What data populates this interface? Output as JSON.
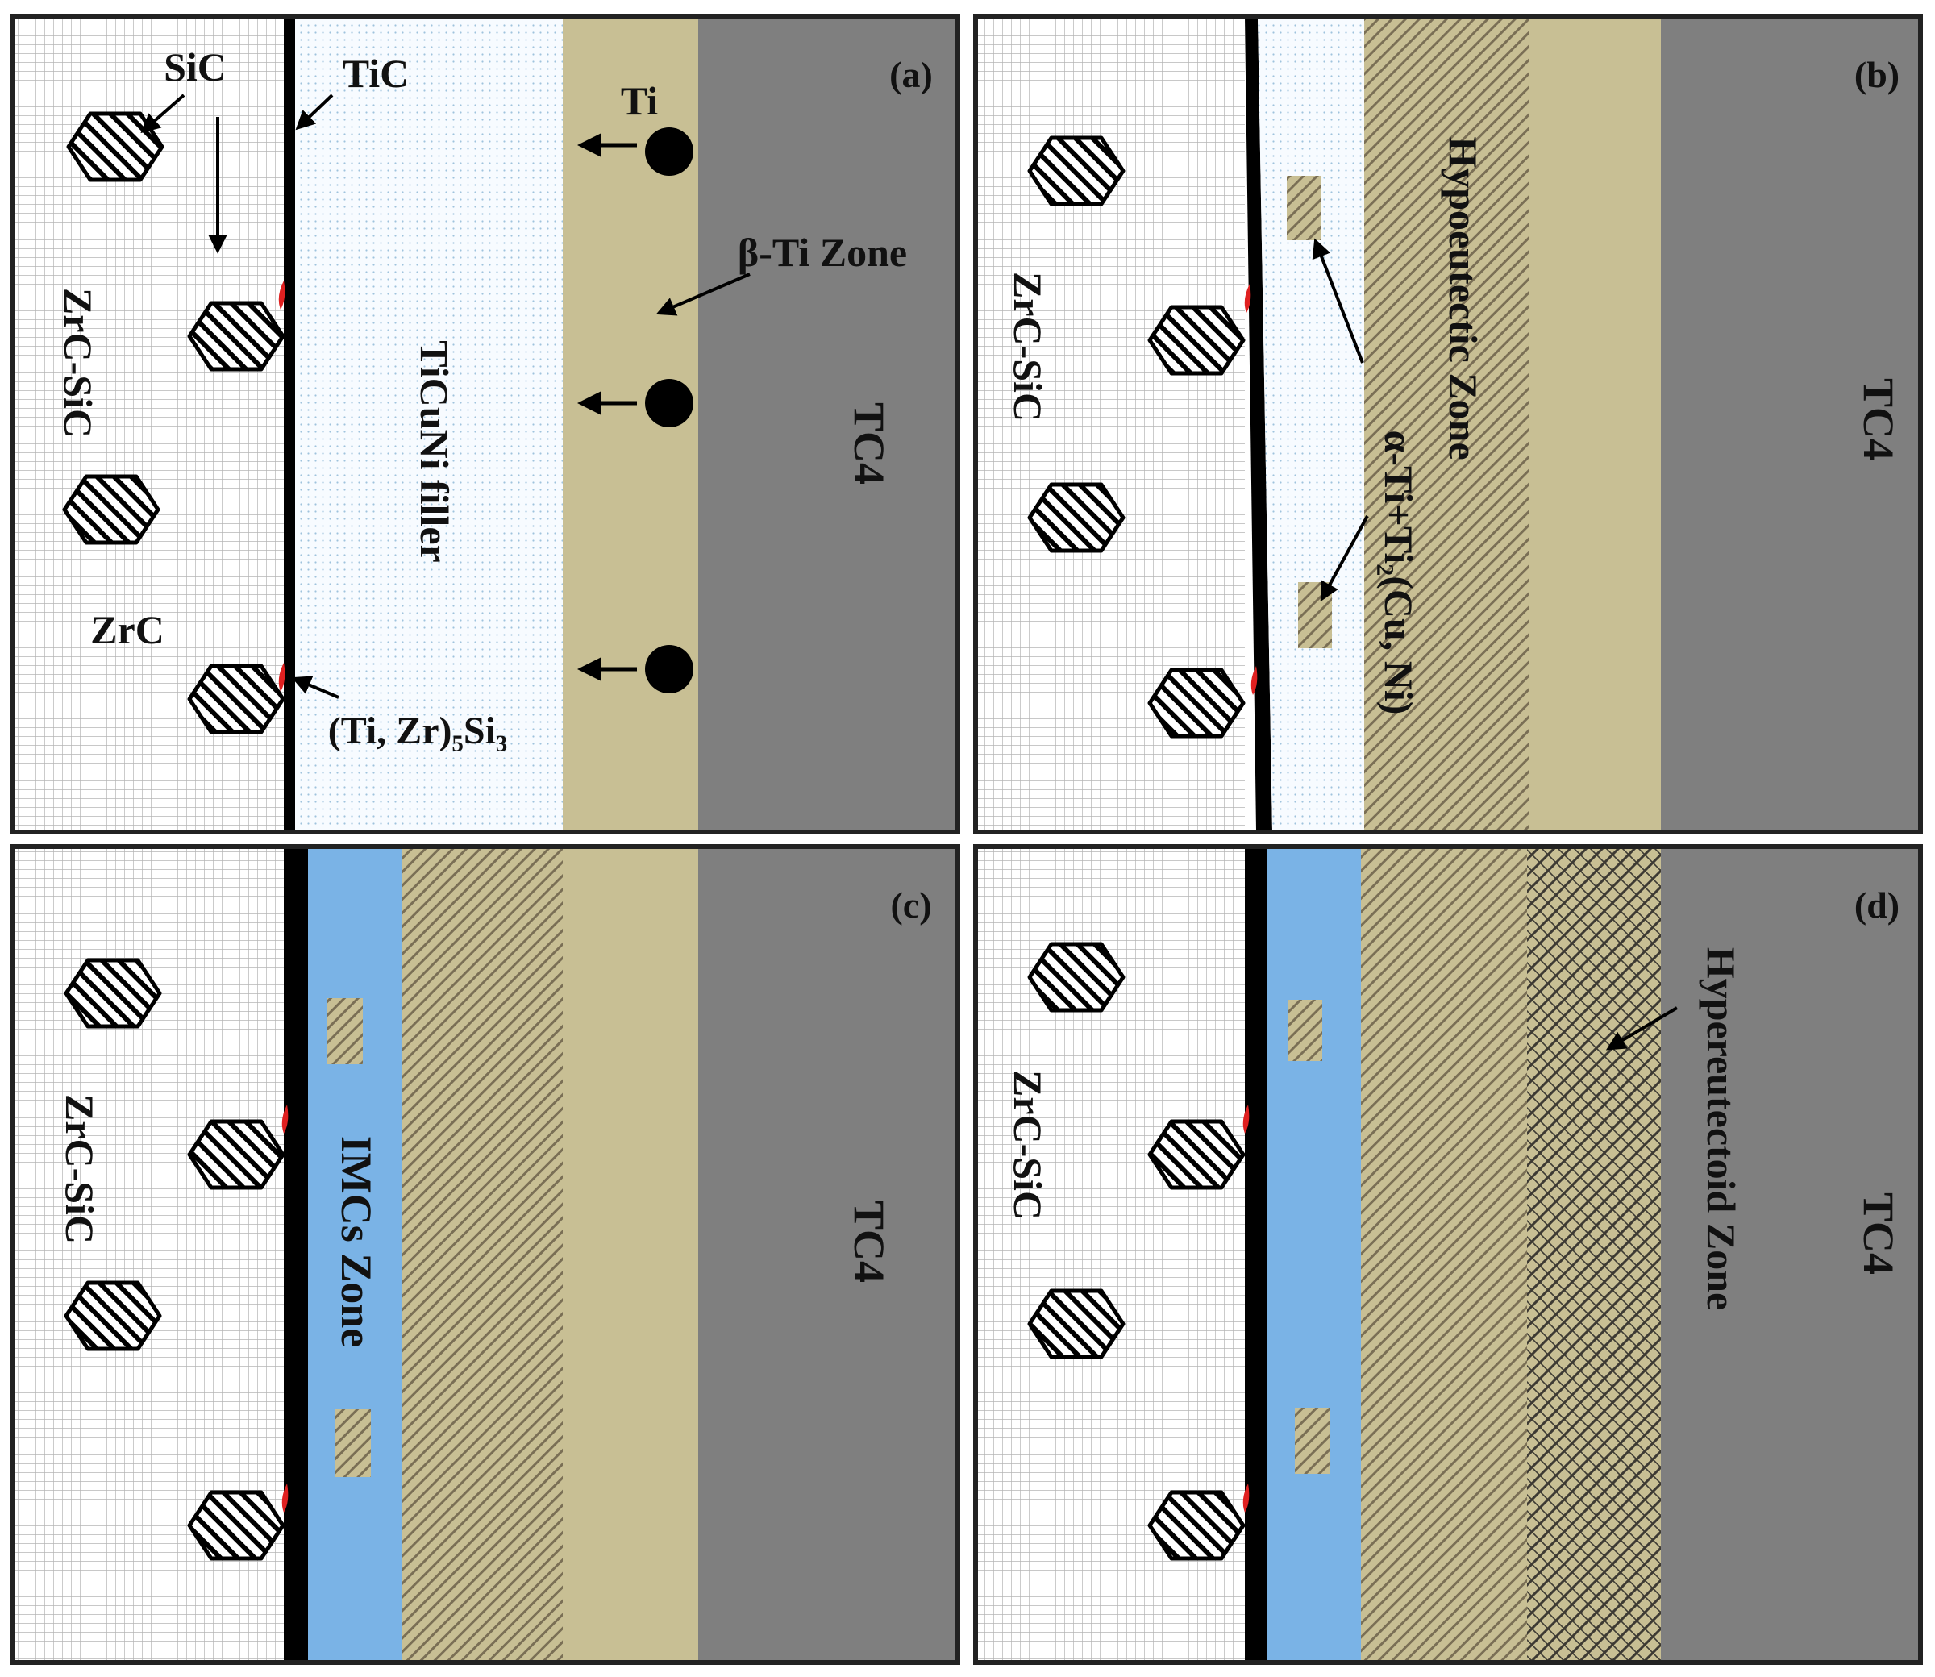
{
  "colors": {
    "ceramic_bg": "#ffffff",
    "ceramic_grid": "#b5b5b5",
    "tic_layer": "#000000",
    "filler_bg": "#f7fbff",
    "filler_dots": "#9fc3dd",
    "beta_ti_zone": "#c8bf94",
    "hypoeutectic_stripe": "#7a6f55",
    "hypereutectoid_cross": "#3d3a33",
    "imc_zone": "#7ab3e6",
    "tc4": "#7f7f7f",
    "interface_compound": "#e02020",
    "sic_hatch": "#000000"
  },
  "panels": [
    {
      "id": "a",
      "label": "(a)",
      "ceramic_label": "ZrC-SiC",
      "tc4_label": "TC4",
      "labels": {
        "sic": "SiC",
        "tic": "TiC",
        "ti": "Ti",
        "zrc": "ZrC",
        "filler": "TiCuNi filler",
        "beta_zone": "β-Ti Zone",
        "interface_compound": "(Ti, Zr)₅Si₃"
      }
    },
    {
      "id": "b",
      "label": "(b)",
      "ceramic_label": "ZrC-SiC",
      "tc4_label": "TC4",
      "labels": {
        "hypoeutectic_zone": "Hypoeutectic Zone",
        "phase": "α-Ti+Ti₂(Cu, Ni)"
      }
    },
    {
      "id": "c",
      "label": "(c)",
      "ceramic_label": "ZrC-SiC",
      "tc4_label": "TC4",
      "labels": {
        "imc_zone": "IMCs Zone"
      }
    },
    {
      "id": "d",
      "label": "(d)",
      "ceramic_label": "ZrC-SiC",
      "tc4_label": "TC4",
      "labels": {
        "hypereutectoid_zone": "Hypereutectoid Zone"
      }
    }
  ]
}
